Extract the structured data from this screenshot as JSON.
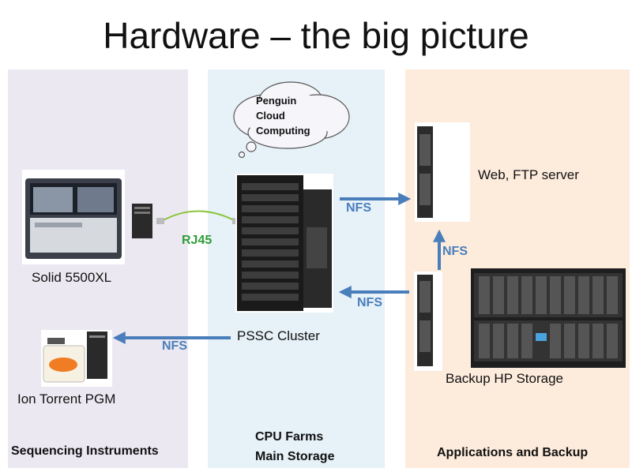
{
  "title": "Hardware – the big picture",
  "panels": {
    "sequencing": "Sequencing Instruments",
    "cpu_line1": "CPU Farms",
    "cpu_line2": "Main Storage",
    "applications": "Applications and Backup"
  },
  "cloud": {
    "line1": "Penguin",
    "line2": "Cloud",
    "line3": "Computing"
  },
  "devices": {
    "solid": "Solid 5500XL",
    "ion": "Ion Torrent PGM",
    "cluster": "PSSC Cluster",
    "web": "Web, FTP server",
    "backup": "Backup HP Storage"
  },
  "links": {
    "rj45": "RJ45",
    "nfs": "NFS"
  },
  "colors": {
    "arrow": "#4a7ebb",
    "rj45": "#2f9e3a"
  }
}
